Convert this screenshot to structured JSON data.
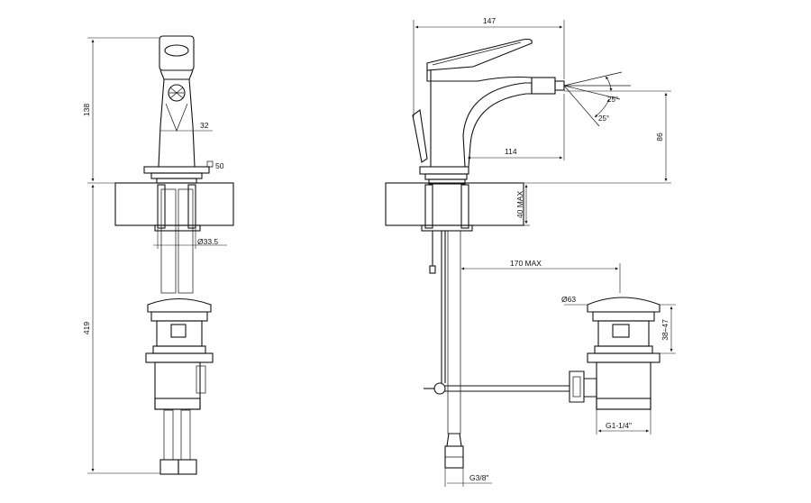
{
  "dimensions": {
    "front_height_body": "138",
    "front_width_base": "32",
    "front_flange": "50",
    "front_hole_dia": "Ø33.5",
    "front_total_height": "419",
    "side_length": "147",
    "side_spout_reach": "114",
    "side_spout_height": "86",
    "side_angle_up": "25°",
    "side_angle_down": "25°",
    "side_deck_max": "40 MAX",
    "side_rod_max": "170 MAX",
    "waste_dia": "Ø63",
    "waste_height": "38÷47",
    "waste_thread": "G1-1/4\"",
    "hose_thread": "G3/8\""
  },
  "colors": {
    "line": "#111111",
    "background": "#ffffff"
  }
}
